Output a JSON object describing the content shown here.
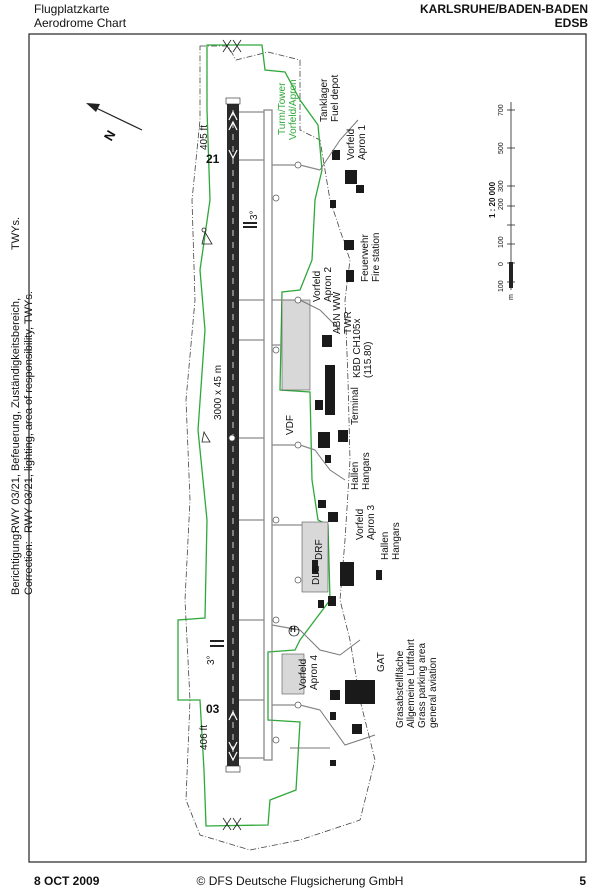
{
  "header": {
    "title_de": "Flugplatzkarte",
    "title_en": "Aerodrome Chart",
    "aerodrome_name": "KARLSRUHE/BADEN-BADEN",
    "icao_code": "EDSB"
  },
  "footer": {
    "date": "8 OCT 2009",
    "copyright": "© DFS Deutsche Flugsicherung GmbH",
    "page": "5"
  },
  "correction_note": {
    "label_de": "Berichtigung:",
    "text_de": "RWY 03/21, Befeuerung, Zuständigkeitsbereich,",
    "twys": "TWYs.",
    "label_en": "Correction:",
    "text_en": "RWY 03/21, lighting, area of responsibility, TWYs."
  },
  "runway": {
    "designator_north": "21",
    "designator_south": "03",
    "dimensions": "3000 x 45 m",
    "elevation_north": "405 ft",
    "elevation_south": "406 ft",
    "papi_angle_north": "3°",
    "papi_angle_south": "3°"
  },
  "north_arrow": "N",
  "scale": {
    "ratio": "1 : 20 000",
    "ticks": [
      "100",
      "0",
      "100",
      "200",
      "300",
      "500",
      "700"
    ],
    "unit": "m"
  },
  "labels": {
    "tower_green": "Turm/Tower",
    "apron_green": "Vorfeld/Apron",
    "fuel": [
      "Tanklager",
      "Fuel depot"
    ],
    "apron1": [
      "Vorfeld",
      "Apron",
      "1"
    ],
    "fire": [
      "Feuerwehr",
      "Fire station"
    ],
    "apron2": [
      "Vorfeld",
      "Apron",
      "2"
    ],
    "twr": "TWR",
    "abn": "ABN WW",
    "kbd": [
      "KBD CH105x",
      "(115.80)"
    ],
    "terminal": "Terminal",
    "vdf": "VDF",
    "hangars1": [
      "Hallen",
      "Hangars"
    ],
    "apron3": [
      "Vorfeld",
      "Apron",
      "3"
    ],
    "hangars2": [
      "Hallen",
      "Hangars"
    ],
    "drf": "DRF",
    "dle": "DLE",
    "heli": "H",
    "gat": "GAT",
    "grass": [
      "Grasabstellfläche",
      "Allgemeine Luftfahrt",
      "Grass parking area",
      "general aviation"
    ],
    "apron4": [
      "Vorfeld",
      "Apron",
      "4"
    ]
  },
  "colors": {
    "green_boundary": "#2fa83a",
    "runway": "#2a2a2a",
    "taxiway": "#9a9a9a",
    "building": "#1a1a1a",
    "apron_fill": "#d8d8d8"
  }
}
